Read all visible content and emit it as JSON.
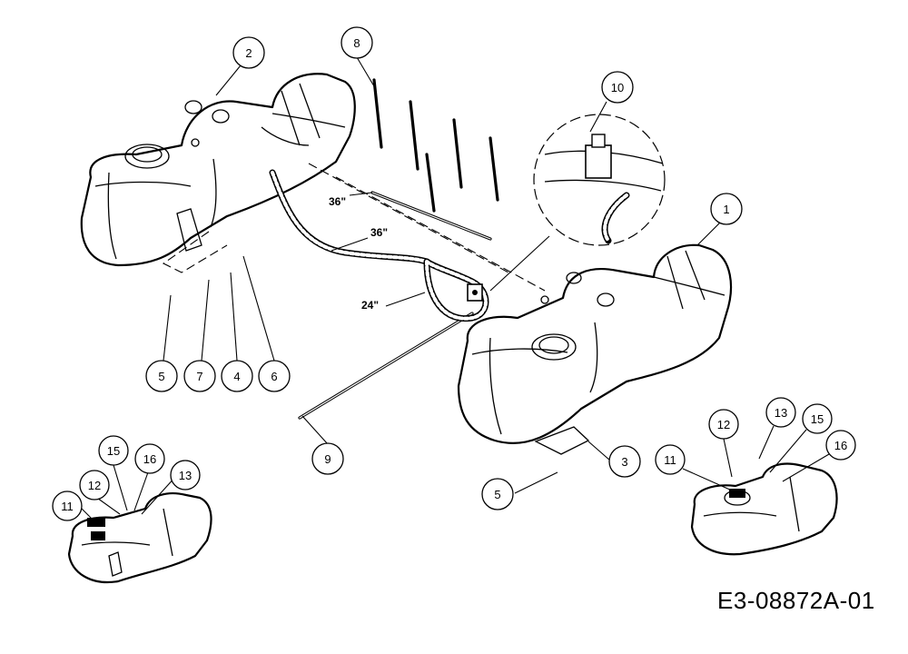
{
  "drawing_number": "E3-08872A-01",
  "dimensions": {
    "upper_rod": "36\"",
    "hose_top": "36\"",
    "hose_bottom": "24\""
  },
  "callouts": {
    "c1": "1",
    "c2": "2",
    "c3": "3",
    "c4": "4",
    "c5a": "5",
    "c5b": "5",
    "c6": "6",
    "c7": "7",
    "c8": "8",
    "c9": "9",
    "c10": "10",
    "l11": "11",
    "l12": "12",
    "l13": "13",
    "l15": "15",
    "l16": "16",
    "r11": "11",
    "r12": "12",
    "r13": "13",
    "r15": "15",
    "r16": "16"
  }
}
